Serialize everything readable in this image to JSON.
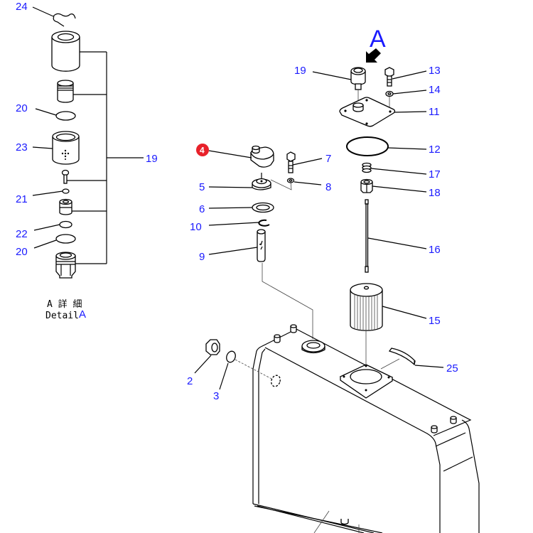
{
  "diagram": {
    "title": "Hydraulic tank exploded parts diagram",
    "view_marker": "A",
    "detail_caption": {
      "line1": "A 詳 細",
      "line2_prefix": "Detail",
      "line2_ref": "A"
    },
    "highlighted_part": "4",
    "colors": {
      "label": "#1a1aff",
      "highlight_badge": "#e8212a",
      "line": "#000000"
    },
    "callouts": {
      "p2": "2",
      "p3": "3",
      "p4": "4",
      "p5": "5",
      "p6": "6",
      "p7": "7",
      "p8": "8",
      "p9": "9",
      "p10": "10",
      "p11": "11",
      "p12": "12",
      "p13": "13",
      "p14": "14",
      "p15": "15",
      "p16": "16",
      "p17": "17",
      "p18": "18",
      "p19_main": "19",
      "p19_detail": "19",
      "p20_a": "20",
      "p20_b": "20",
      "p21": "21",
      "p22": "22",
      "p23": "23",
      "p24": "24",
      "p25": "25"
    }
  }
}
